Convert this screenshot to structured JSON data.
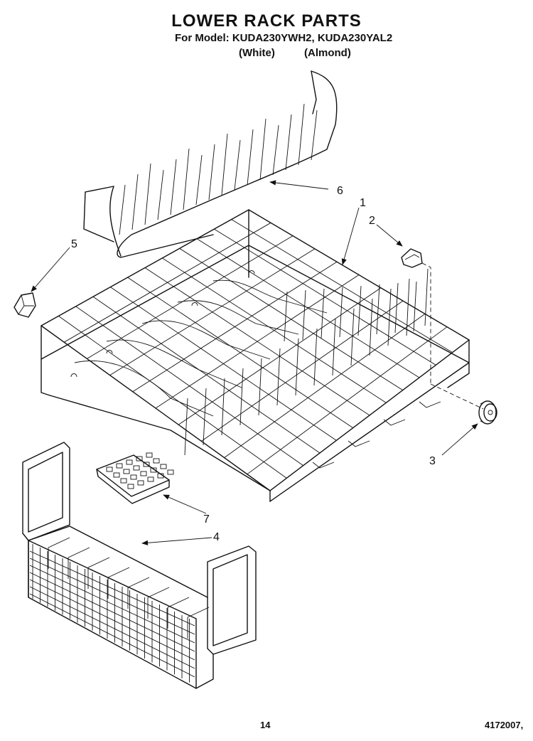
{
  "header": {
    "title": "LOWER RACK PARTS",
    "model_line": "For Model: KUDA230YWH2, KUDA230YAL2",
    "variants": [
      "(White)",
      "(Almond)"
    ]
  },
  "callouts": [
    {
      "id": "6",
      "label": "6"
    },
    {
      "id": "1",
      "label": "1"
    },
    {
      "id": "2",
      "label": "2"
    },
    {
      "id": "5",
      "label": "5"
    },
    {
      "id": "3",
      "label": "3"
    },
    {
      "id": "7",
      "label": "7"
    },
    {
      "id": "4",
      "label": "4"
    }
  ],
  "footer": {
    "page_number": "14",
    "document_number": "4172007,"
  }
}
